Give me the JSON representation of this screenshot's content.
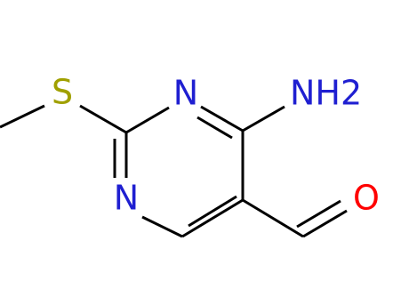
{
  "molecule": {
    "atoms": {
      "sulfur": "S",
      "n_ring_top": "N",
      "n_ring_left": "N",
      "amino": "NH2",
      "oxygen": "O"
    },
    "colors": {
      "bond": "#000000",
      "sulfur": "#a0a000",
      "nitrogen": "#1f1fd1",
      "oxygen": "#ff0000"
    }
  }
}
